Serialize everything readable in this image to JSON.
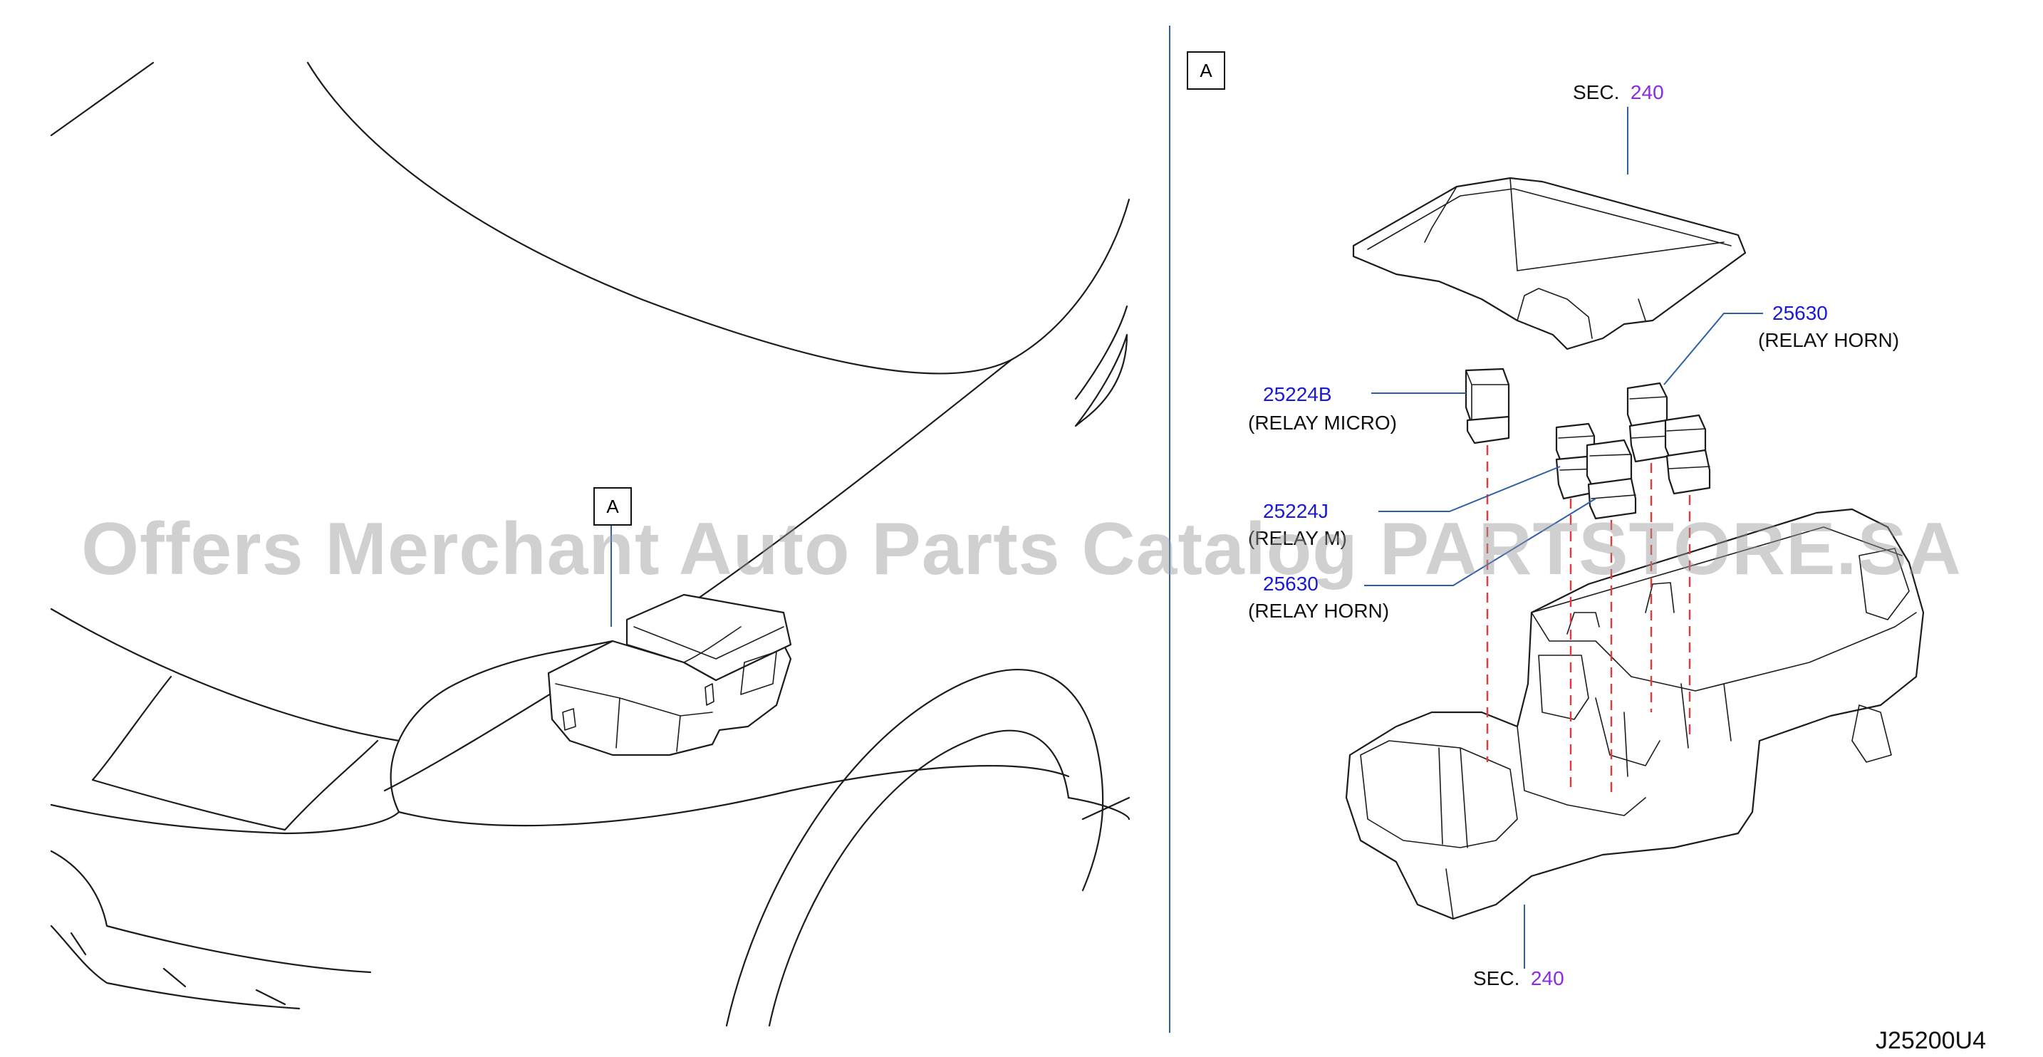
{
  "callouts": {
    "view_marker_left": "A",
    "view_marker_right": "A"
  },
  "sections": {
    "top_prefix": "SEC.",
    "top_number": "240",
    "bottom_prefix": "SEC.",
    "bottom_number": "240"
  },
  "parts": [
    {
      "number": "25630",
      "name": "(RELAY   HORN)"
    },
    {
      "number": "25224B",
      "name": "(RELAY   MICRO)"
    },
    {
      "number": "25224J",
      "name": "(RELAY   M)"
    },
    {
      "number": "25630",
      "name": "(RELAY   HORN)"
    }
  ],
  "watermark": "Offers Merchant Auto Parts Catalog PARTSTORE.SA",
  "diagram_code": "J25200U4",
  "colors": {
    "part_number": "#1919d6",
    "section_number": "#8a2be2",
    "leader": "#2e5fa8",
    "dashed_guide": "#e23b3b"
  }
}
